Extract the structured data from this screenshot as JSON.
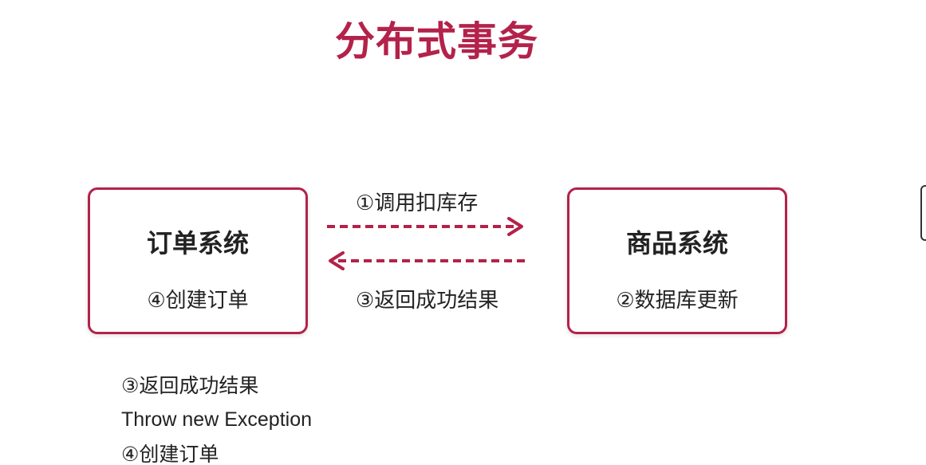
{
  "title": "分布式事务",
  "order_system": {
    "name": "订单系统",
    "step": "④创建订单"
  },
  "goods_system": {
    "name": "商品系统",
    "step": "②数据库更新"
  },
  "arrows": {
    "call_label": "①调用扣库存",
    "return_label": "③返回成功结果"
  },
  "notes": [
    "③返回成功结果",
    "Throw new Exception",
    "④创建订单"
  ],
  "colors": {
    "accent": "#b3224a",
    "text": "#222222"
  }
}
